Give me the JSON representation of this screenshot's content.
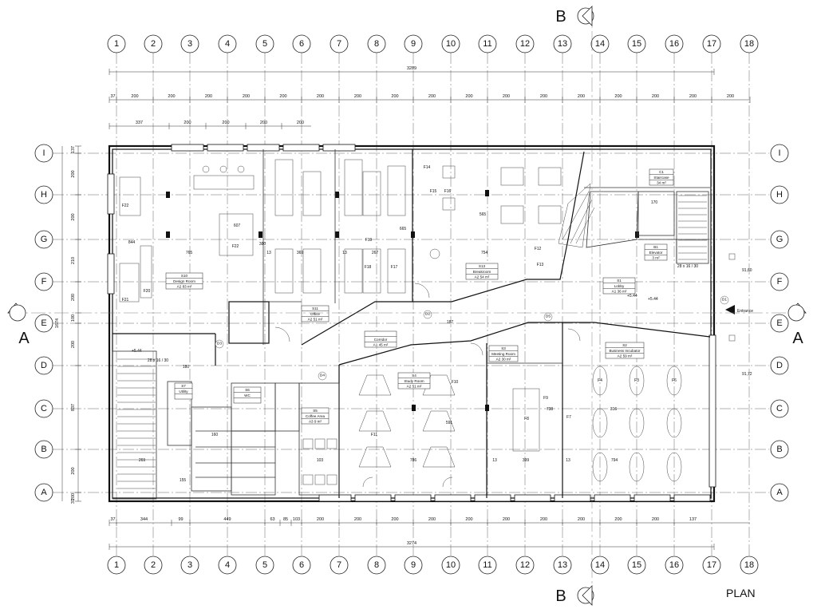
{
  "drawing": {
    "title": "PLAN",
    "section_marks": {
      "horizontal": "A",
      "vertical": "B"
    },
    "entrance_label": "Entrance"
  },
  "grid": {
    "columns": [
      "1",
      "2",
      "3",
      "4",
      "5",
      "6",
      "7",
      "8",
      "9",
      "10",
      "11",
      "12",
      "13",
      "14",
      "15",
      "16",
      "17",
      "18"
    ],
    "rows": [
      "I",
      "H",
      "G",
      "F",
      "E",
      "D",
      "C",
      "B",
      "A"
    ]
  },
  "dimensions": {
    "top_overall": "3289",
    "top_modules": [
      "37",
      "200",
      "200",
      "200",
      "200",
      "200",
      "200",
      "200",
      "200",
      "200",
      "200",
      "200",
      "200",
      "200",
      "200",
      "200",
      "200",
      "200"
    ],
    "top_windows": [
      "337",
      "200",
      "200",
      "200",
      "200"
    ],
    "bottom_overall": "3274",
    "bottom_modules": [
      "37",
      "344",
      "99",
      "449",
      "63",
      "85",
      "103",
      "200",
      "200",
      "200",
      "200",
      "200",
      "200",
      "200",
      "200",
      "200",
      "200",
      "137"
    ],
    "left_overall": "1674",
    "left_modules": [
      "137",
      "200",
      "200",
      "210",
      "200",
      "100",
      "200",
      "837",
      "200",
      "200",
      "37"
    ]
  },
  "rooms": [
    {
      "id": "S10",
      "name": "Design Room",
      "area": "A2   83 m²"
    },
    {
      "id": "S11",
      "name": "Office",
      "area": "A2   51 m²"
    },
    {
      "id": "S13",
      "name": "Breakroom",
      "area": "A2   54 m²"
    },
    {
      "id": "B1",
      "name": "Elevator",
      "area": "3 m²"
    },
    {
      "id": "C1",
      "name": "Staircase",
      "area": "34 m²"
    },
    {
      "id": "S1",
      "name": "Lobby",
      "area": "A1   36 m²"
    },
    {
      "id": "",
      "name": "Corridor",
      "area": "A1   45 m²"
    },
    {
      "id": "S4",
      "name": "Study Room",
      "area": "A2   51 m²"
    },
    {
      "id": "S3",
      "name": "Meeting Room",
      "area": "A2   30 m²"
    },
    {
      "id": "S2",
      "name": "Business Incubator",
      "area": "A2   59 m²"
    },
    {
      "id": "S5",
      "name": "Coffee Area",
      "area": "A3   9 m²"
    },
    {
      "id": "S6",
      "name": "WC",
      "area": ""
    },
    {
      "id": "S7",
      "name": "Utility",
      "area": ""
    }
  ],
  "fixtures": [
    {
      "label": "F22"
    },
    {
      "label": "F22"
    },
    {
      "label": "F20"
    },
    {
      "label": "F21"
    },
    {
      "label": "F14"
    },
    {
      "label": "F15"
    },
    {
      "label": "F16"
    },
    {
      "label": "F19"
    },
    {
      "label": "F18"
    },
    {
      "label": "F17"
    },
    {
      "label": "F12"
    },
    {
      "label": "F13"
    },
    {
      "label": "F10"
    },
    {
      "label": "F11"
    },
    {
      "label": "F8"
    },
    {
      "label": "F9"
    },
    {
      "label": "F7"
    },
    {
      "label": "F4"
    },
    {
      "label": "F3"
    },
    {
      "label": "F6"
    }
  ],
  "interior_dims": [
    {
      "label": "765"
    },
    {
      "label": "607"
    },
    {
      "label": "13"
    },
    {
      "label": "369"
    },
    {
      "label": "13"
    },
    {
      "label": "267"
    },
    {
      "label": "754"
    },
    {
      "label": "665"
    },
    {
      "label": "565"
    },
    {
      "label": "187"
    },
    {
      "label": "786"
    },
    {
      "label": "399"
    },
    {
      "label": "794"
    },
    {
      "label": "13"
    },
    {
      "label": "13"
    },
    {
      "label": "170"
    },
    {
      "label": "180"
    },
    {
      "label": "269"
    },
    {
      "label": "160"
    },
    {
      "label": "155"
    },
    {
      "label": "103"
    },
    {
      "label": "591"
    },
    {
      "label": "738"
    },
    {
      "label": "316"
    },
    {
      "label": "844"
    },
    {
      "label": "380"
    }
  ],
  "stairs": [
    {
      "label": "+5.44",
      "spec": "28 x 16 / 30"
    },
    {
      "label": "+5.44",
      "spec": "28 x 16 / 30"
    }
  ],
  "levels": [
    {
      "label": "+5.44"
    },
    {
      "label": "91,60"
    },
    {
      "label": "91,72"
    }
  ],
  "doors": [
    {
      "label": "D1"
    },
    {
      "label": "D2"
    },
    {
      "label": "D3"
    },
    {
      "label": "D4"
    },
    {
      "label": "D5"
    }
  ]
}
